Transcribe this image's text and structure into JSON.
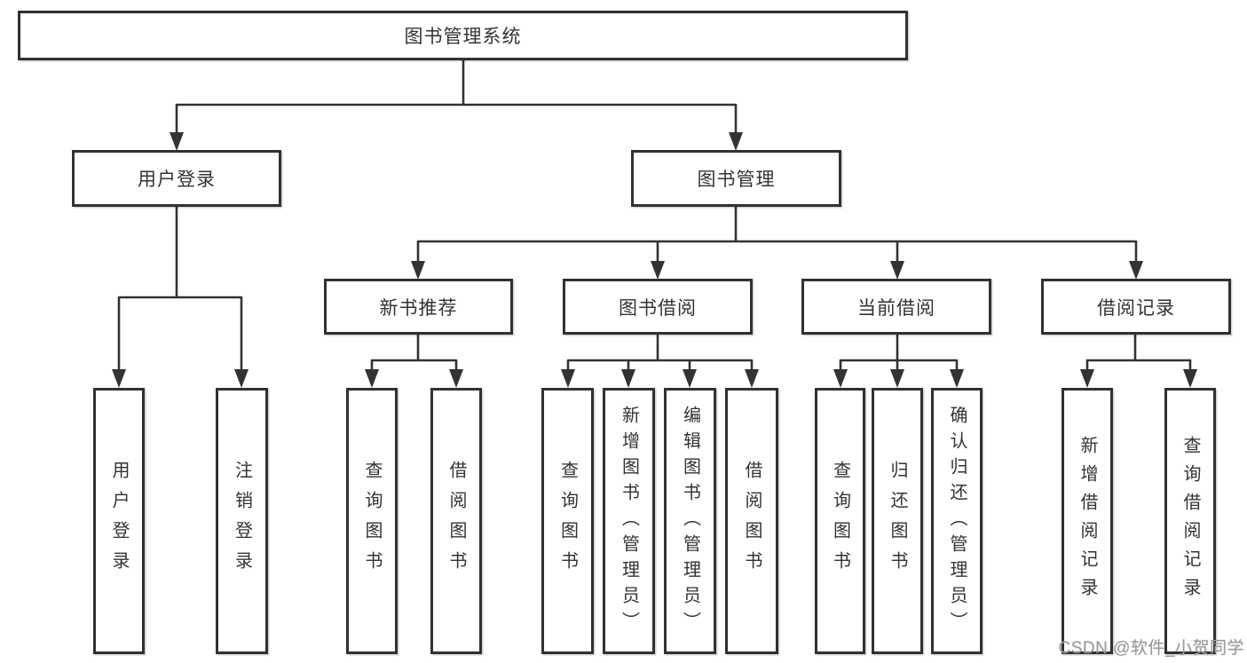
{
  "diagram": {
    "nodes": {
      "root": "图书管理系统",
      "level2": {
        "user_login": "用户登录",
        "book_mgmt": "图书管理"
      },
      "level3": {
        "new_book_rec": "新书推荐",
        "book_borrow": "图书借阅",
        "current_borrow": "当前借阅",
        "borrow_records": "借阅记录"
      },
      "leaves": {
        "user_login_leaf": "用户登录",
        "logout_leaf": "注销登录",
        "nb_query_books": "查询图书",
        "nb_borrow_books": "借阅图书",
        "bb_query_books": "查询图书",
        "bb_add_books": "新增图书（管理员）",
        "bb_edit_books": "编辑图书（管理员）",
        "bb_borrow_books": "借阅图书",
        "cb_query_books": "查询图书",
        "cb_return_books": "归还图书",
        "cb_confirm_return": "确认归还（管理员）",
        "br_add_record": "新增借阅记录",
        "br_query_record": "查询借阅记录"
      }
    },
    "colors": {
      "line": "#333333",
      "box_border": "#313131",
      "box_fill": "#ffffff",
      "text": "#333333",
      "watermark": "#9b9b9e"
    }
  },
  "watermark": {
    "text": "CSDN @软件_小贺同学"
  }
}
